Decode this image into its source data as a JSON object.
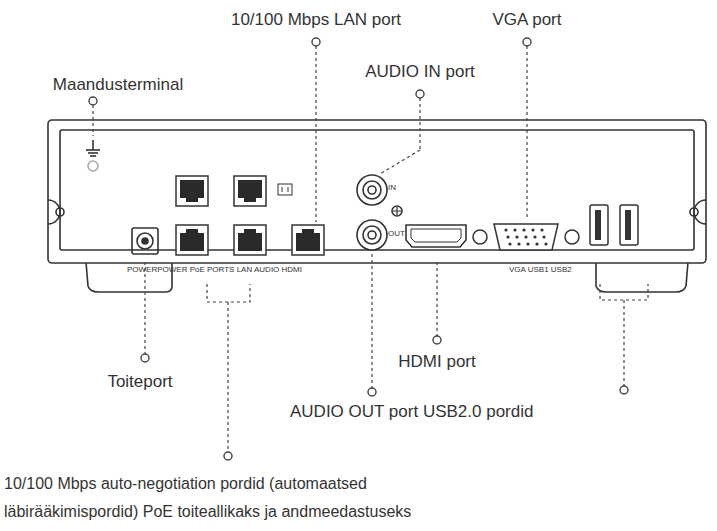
{
  "diagram": {
    "labels": [
      "10/100 Mbps LAN port",
      "VGA port",
      "AUDIO IN port",
      "Maandusterminal",
      "IN",
      "OUT",
      "POWERPOWER PoE  PORTS LAN AUDIO HDMI",
      "VGA USB1  USB2",
      "Toiteport",
      "HDMI port",
      "AUDIO OUT port USB2.0 pordid",
      "10/100 Mbps auto-negotiation pordid (automaatsed läbirääkimispordid) PoE toiteallikaks ja andmeedastuseks"
    ]
  }
}
